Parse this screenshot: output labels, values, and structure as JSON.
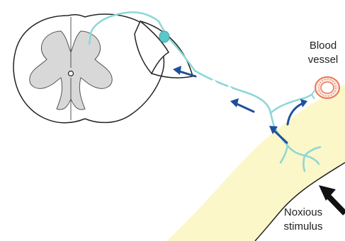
{
  "labels": {
    "blood_vessel_line1": "Blood",
    "blood_vessel_line2": "vessel",
    "noxious_line1": "Noxious",
    "noxious_line2": "stimulus"
  },
  "colors": {
    "nerve": "#8ed6d6",
    "neuron_body": "#5cc7c7",
    "arrow": "#1f4f9c",
    "skin": "#fbf7c8",
    "grey_matter": "#d8d8d8",
    "outline": "#222222",
    "vessel_wall": "#e7785c",
    "stimulus_arrow": "#111111"
  },
  "icons": {
    "spinal_cord": "spinal-cord-cross-section",
    "vessel": "blood-vessel-cross-section",
    "stimulus": "black-arrow"
  }
}
